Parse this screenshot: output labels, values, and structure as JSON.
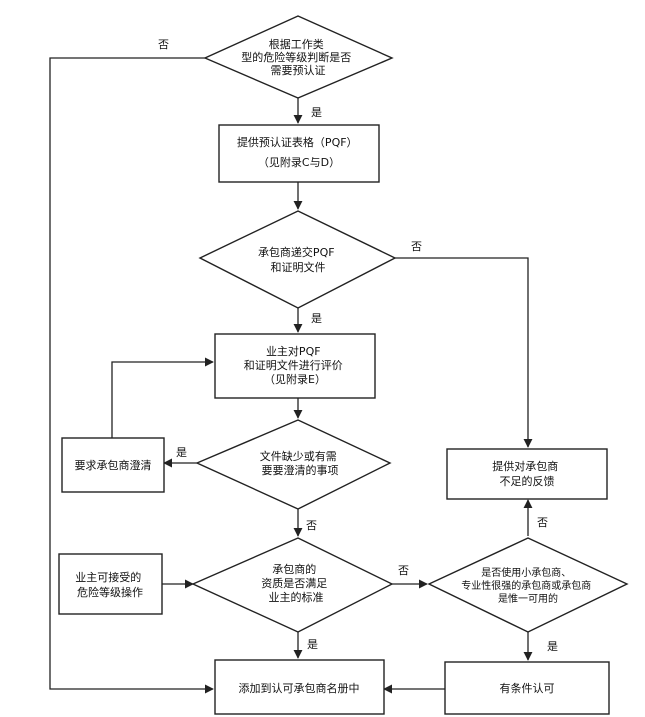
{
  "nodes": {
    "start": [
      "根据工作类",
      "型的危险等级判断是否",
      "需要预认证"
    ],
    "pqf": [
      "提供预认证表格（PQF）",
      "（见附录C与D）"
    ],
    "submit": [
      "承包商递交PQF",
      "和证明文件"
    ],
    "evaluate": [
      "业主对PQF",
      "和证明文件进行评价",
      "（见附录E）"
    ],
    "missing": [
      "文件缺少或有需",
      "要要澄清的事项"
    ],
    "clarify": [
      "要求承包商澄清"
    ],
    "qualify": [
      "承包商的",
      "资质是否满足",
      "业主的标准"
    ],
    "acceptable": [
      "业主可接受的",
      "危险等级操作"
    ],
    "sole": [
      "是否使用小承包商、",
      "专业性很强的承包商或承包商",
      "是惟一可用的"
    ],
    "feedback": [
      "提供对承包商",
      "不足的反馈"
    ],
    "conditional": [
      "有条件认可"
    ],
    "add": [
      "添加到认可承包商名册中"
    ]
  },
  "edge_labels": {
    "start_no": "否",
    "start_yes": "是",
    "submit_no": "否",
    "submit_yes": "是",
    "missing_yes": "是",
    "missing_no": "否",
    "qualify_no": "否",
    "qualify_yes": "是",
    "sole_no": "否",
    "sole_yes": "是"
  }
}
